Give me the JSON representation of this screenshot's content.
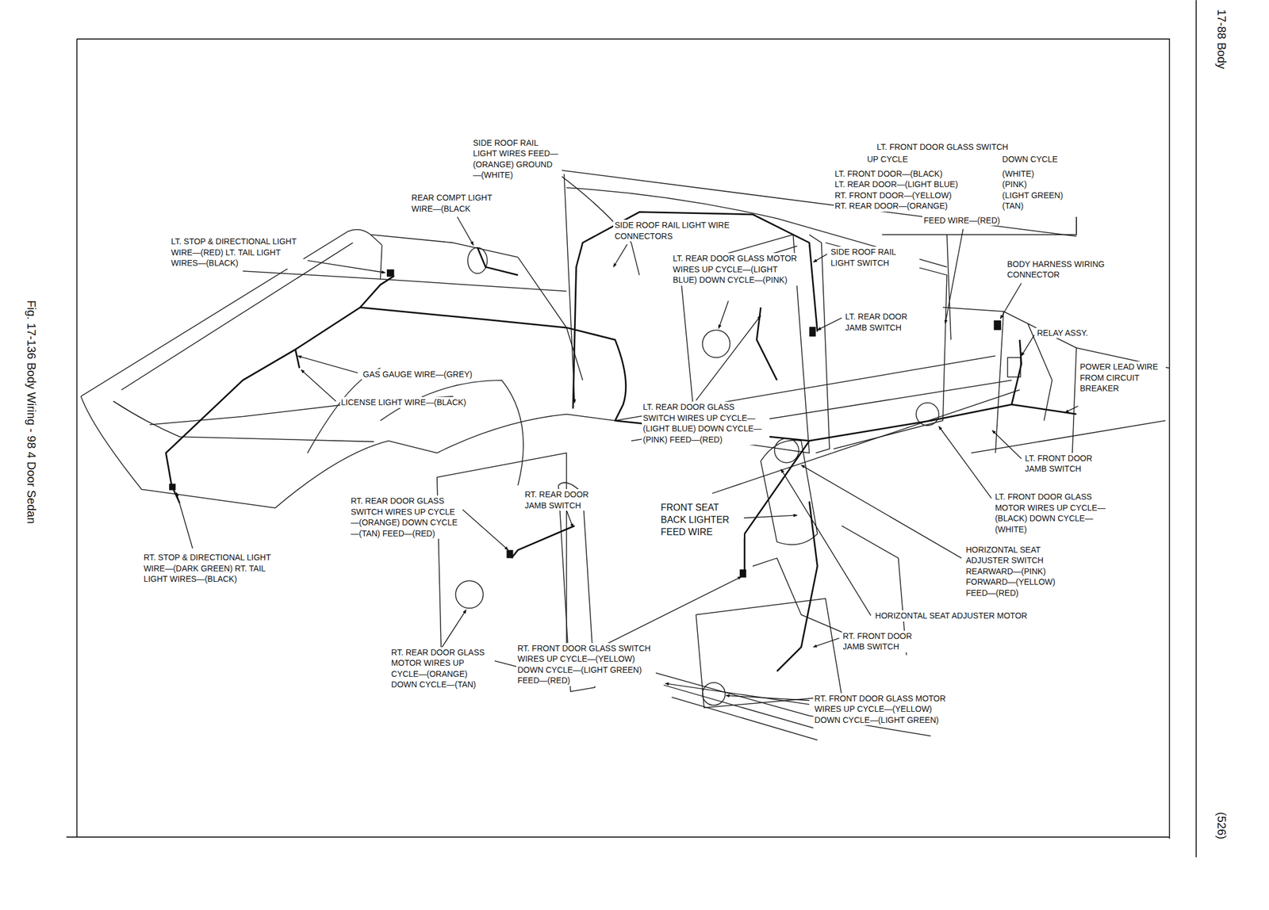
{
  "diagram": {
    "caption": "Fig. 17-136 Body Wiring - 98 4 Door Sedan",
    "labels": [
      "17-88 Body",
      "(526)",
      "SIDE ROOF RAIL LIGHT WIRES FEED—(ORANGE) GROUND—(WHITE)",
      "REAR COMPT LIGHT WIRE—(BLACK",
      "LT. STOP & DIRECTIONAL LIGHT WIRE—(RED) LT. TAIL LIGHT WIRES—(BLACK)",
      "SIDE ROOF RAIL LIGHT WIRE CONNECTORS",
      "LT. REAR DOOR GLASS MOTOR WIRES UP CYCLE—(LIGHT BLUE) DOWN CYCLE—(PINK)",
      "SIDE ROOF RAIL LIGHT SWITCH",
      "LT. REAR DOOR JAMB SWITCH",
      "LT. FRONT DOOR GLASS SWITCH",
      "UP CYCLE",
      "DOWN CYCLE",
      "LT. FRONT DOOR—(BLACK)",
      "(WHITE)",
      "LT. REAR DOOR—(LIGHT BLUE)",
      "(PINK)",
      "RT. FRONT DOOR—(YELLOW)",
      "(LIGHT GREEN)",
      "RT. REAR DOOR—(ORANGE)",
      "(TAN)",
      "FEED WIRE—(RED)",
      "BODY HARNESS WIRING CONNECTOR",
      "RELAY ASSY.",
      "POWER LEAD WIRE FROM CIRCUIT BREAKER",
      "LT. FRONT DOOR JAMB SWITCH",
      "LT. FRONT DOOR GLASS MOTOR WIRES UP CYCLE—(BLACK) DOWN CYCLE—(WHITE)",
      "HORIZONTAL SEAT ADJUSTER SWITCH REARWARD—(PINK) FORWARD—(YELLOW) FEED—(RED)",
      "HORIZONTAL SEAT ADJUSTER MOTOR",
      "RT. FRONT DOOR JAMB SWITCH",
      "RT. FRONT DOOR GLASS MOTOR WIRES UP CYCLE—(YELLOW) DOWN CYCLE—(LIGHT GREEN)",
      "RT. FRONT DOOR GLASS SWITCH WIRES UP CYCLE—(YELLOW) DOWN CYCLE—(LIGHT GREEN) FEED—(RED)",
      "RT. REAR DOOR GLASS MOTOR WIRES UP CYCLE—(ORANGE) DOWN CYCLE—(TAN)",
      "RT. REAR DOOR GLASS SWITCH WIRES UP CYCLE—(ORANGE) DOWN CYCLE—(TAN) FEED—(RED)",
      "RT. REAR DOOR JAMB SWITCH",
      "FRONT SEAT BACK LIGHTER FEED WIRE",
      "LT. REAR DOOR GLASS SWITCH WIRES UP CYCLE—(LIGHT BLUE) DOWN CYCLE—(PINK) FEED—(RED)",
      "GAS GAUGE WIRE—(GREY)",
      "LICENSE LIGHT WIRE—(BLACK)",
      "RT. STOP & DIRECTIONAL LIGHT WIRE—(DARK GREEN) RT. TAIL LIGHT WIRES—(BLACK)"
    ]
  }
}
